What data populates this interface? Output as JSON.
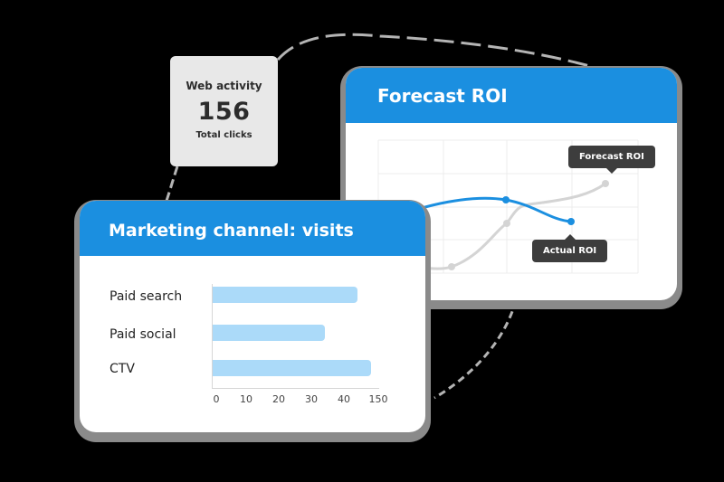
{
  "colors": {
    "background": "#000000",
    "header_blue": "#1b8fe0",
    "bar_fill": "#abdaf9",
    "actual_line": "#1b8fe0",
    "forecast_line": "#d4d4d4",
    "tooltip_bg": "#3d3d3d",
    "web_card_bg": "#e8e8e8"
  },
  "web_activity": {
    "title": "Web activity",
    "value": "156",
    "subtitle": "Total clicks"
  },
  "forecast_roi": {
    "title": "Forecast ROI",
    "tooltips": {
      "forecast": "Forecast ROI",
      "actual": "Actual ROI"
    }
  },
  "marketing_channel": {
    "title": "Marketing channel: visits",
    "rows": [
      {
        "label": "Paid search"
      },
      {
        "label": "Paid social"
      },
      {
        "label": "CTV"
      }
    ],
    "ticks": [
      "0",
      "10",
      "20",
      "30",
      "40",
      "150"
    ]
  },
  "chart_data": [
    {
      "type": "bar",
      "title": "Marketing channel: visits",
      "orientation": "horizontal",
      "categories": [
        "Paid search",
        "Paid social",
        "CTV"
      ],
      "values": [
        44,
        34,
        48
      ],
      "xlabel": "",
      "ylabel": "",
      "x_tick_labels": [
        "0",
        "10",
        "20",
        "30",
        "40",
        "150"
      ],
      "grid": false
    },
    {
      "type": "line",
      "title": "Forecast ROI",
      "x": [
        0,
        1,
        2,
        3,
        4
      ],
      "series": [
        {
          "name": "Actual ROI",
          "values": [
            null,
            2.2,
            3.0,
            2.6,
            null
          ]
        },
        {
          "name": "Forecast ROI",
          "values": [
            0.5,
            0.3,
            2.4,
            3.4,
            null
          ]
        }
      ],
      "annotations": [
        "Forecast ROI",
        "Actual ROI"
      ],
      "grid": true,
      "legend": "tooltips"
    }
  ]
}
